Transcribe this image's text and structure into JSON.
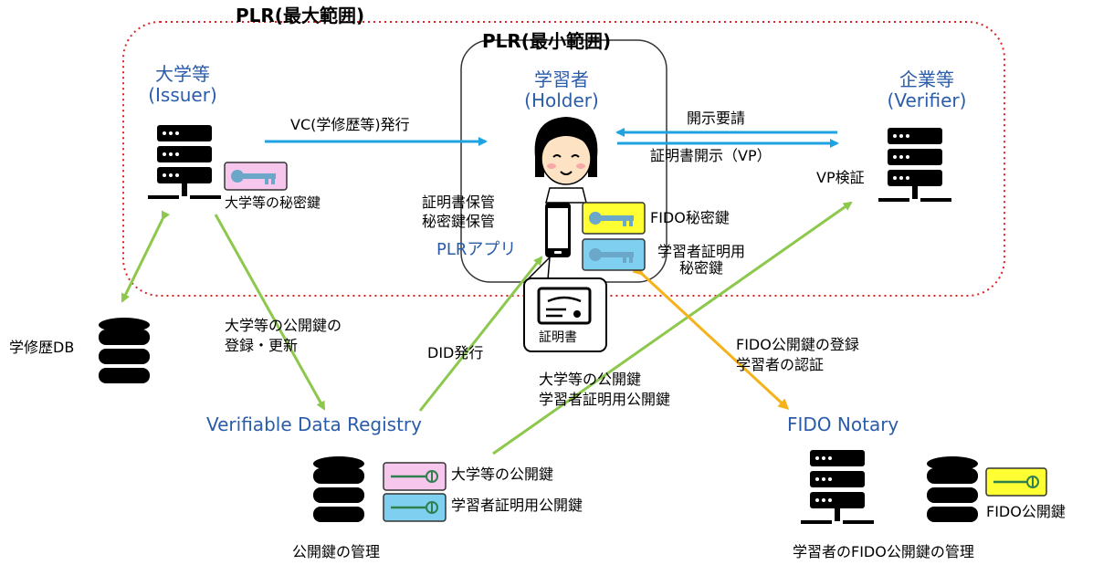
{
  "regions": {
    "max": "PLR(最大範囲)",
    "min": "PLR(最小範囲)"
  },
  "issuer": {
    "name": "大学等",
    "role": "(Issuer)",
    "key_label": "大学等の秘密鍵"
  },
  "holder": {
    "name": "学習者",
    "role": "(Holder)",
    "app_notes": [
      "証明書保管",
      "秘密鍵保管"
    ],
    "app_name": "PLRアプリ"
  },
  "verifier": {
    "name": "企業等",
    "role": "(Verifier)",
    "verify_label": "VP検証"
  },
  "keys": {
    "fido_private": "FIDO秘密鍵",
    "learner_private": [
      "学習者証明用",
      "秘密鍵"
    ]
  },
  "certificate": "証明書",
  "arrows": {
    "issue_vc": "VC(学修歴等)発行",
    "request": "開示要請",
    "present": "証明書開示（VP）",
    "register_issuer_key": [
      "大学等の公開鍵の",
      "登録・更新"
    ],
    "did_issue": "DID発行",
    "resolve_keys": [
      "大学等の公開鍵",
      "学習者証明用公開鍵"
    ],
    "fido": [
      "FIDO公開鍵の登録",
      "学習者の認証"
    ]
  },
  "db_label": "学修歴DB",
  "registry": {
    "name": "Verifiable Data Registry",
    "keys": [
      "大学等の公開鍵",
      "学習者証明用公開鍵"
    ],
    "caption": "公開鍵の管理"
  },
  "fido_notary": {
    "name": "FIDO Notary",
    "key_label": "FIDO公開鍵",
    "caption": "学習者のFIDO公開鍵の管理"
  },
  "colors": {
    "region_border": "#e02020",
    "accent_blue": "#2a5caa",
    "arrow_blue": "#1fa3e0",
    "arrow_green": "#8cc84b",
    "arrow_orange": "#f5b21a",
    "key_pink": "#f6c6ec",
    "key_cyan": "#7fd0f0",
    "key_yellow": "#ffff33"
  }
}
